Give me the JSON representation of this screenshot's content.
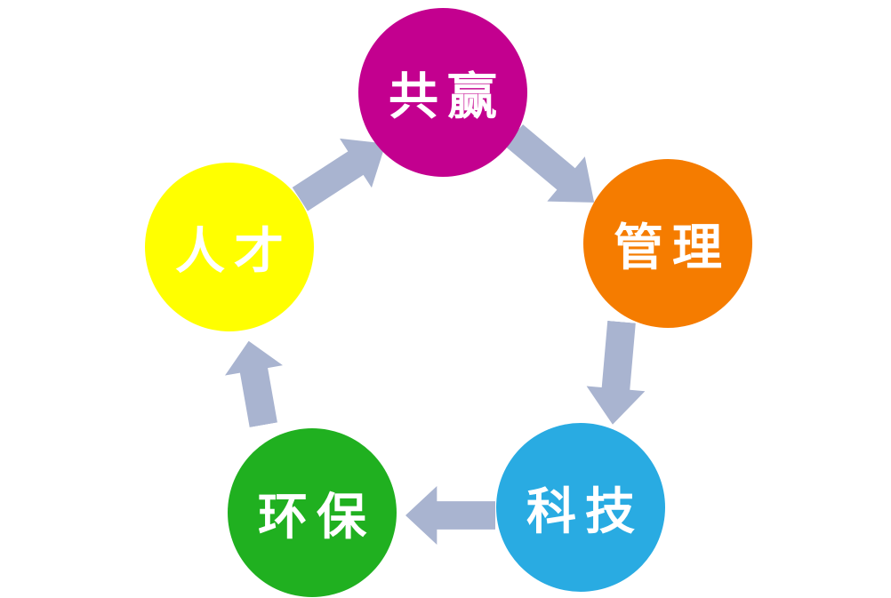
{
  "diagram": {
    "type": "cycle",
    "background_color": "#ffffff",
    "arrow_color": "#a9b4d0",
    "label_text_color": "#ffffff",
    "nodes": [
      {
        "id": "winwin",
        "label": "共赢",
        "color": "#c3008f"
      },
      {
        "id": "management",
        "label": "管理",
        "color": "#f57c00"
      },
      {
        "id": "technology",
        "label": "科技",
        "color": "#29abe2"
      },
      {
        "id": "environment",
        "label": "环保",
        "color": "#20b020"
      },
      {
        "id": "talent",
        "label": "人才",
        "color": "#ffff00"
      }
    ],
    "edges": [
      {
        "from": "人才",
        "to": "共赢"
      },
      {
        "from": "共赢",
        "to": "管理"
      },
      {
        "from": "管理",
        "to": "科技"
      },
      {
        "from": "科技",
        "to": "环保"
      },
      {
        "from": "环保",
        "to": "人才"
      }
    ]
  }
}
